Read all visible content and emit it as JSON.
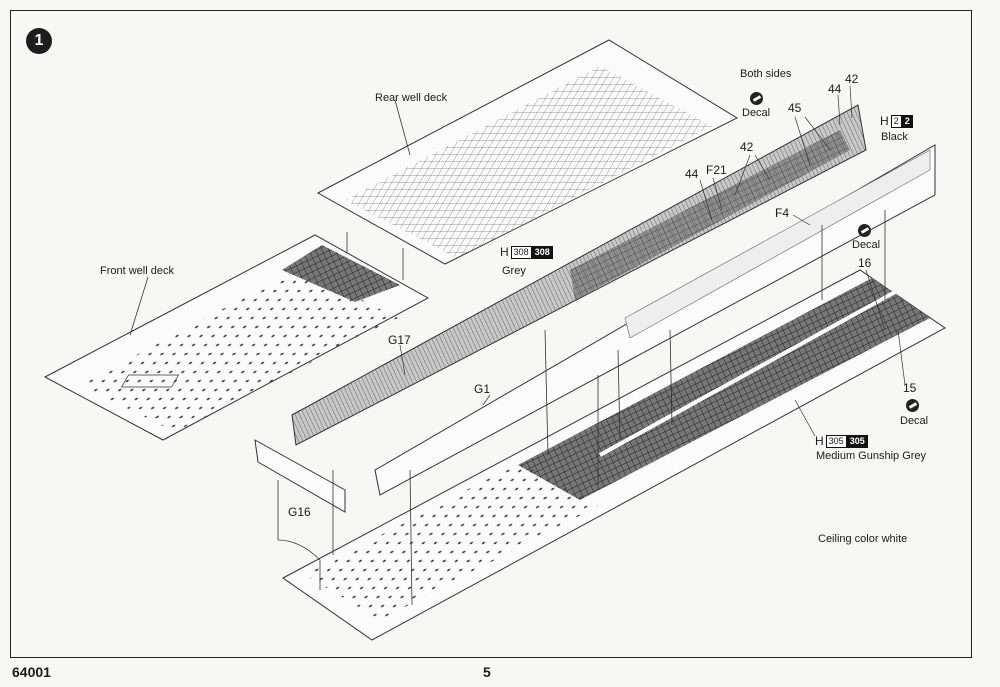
{
  "step": {
    "number": "1"
  },
  "labels": {
    "rear_well_deck": "Rear well deck",
    "front_well_deck": "Front well deck",
    "both_sides": "Both sides",
    "decal_top": "Decal",
    "decal_mid": "Decal",
    "decal_low": "Decal",
    "black": "Black",
    "grey": "Grey",
    "medium_gunship_grey": "Medium Gunship Grey",
    "ceiling": "Ceiling color white"
  },
  "parts": {
    "p42a": "42",
    "p44a": "44",
    "p45": "45",
    "p42b": "42",
    "p44b": "44",
    "f21": "F21",
    "f4": "F4",
    "g17": "G17",
    "g1": "G1",
    "g16": "G16",
    "p16": "16",
    "p15": "15"
  },
  "paint_codes": {
    "black": {
      "letter": "H",
      "code_a": "2",
      "code_b": "2"
    },
    "grey": {
      "letter": "H",
      "code_a": "308",
      "code_b": "308"
    },
    "medium_gunship_grey": {
      "letter": "H",
      "code_a": "305",
      "code_b": "305"
    }
  },
  "footer": {
    "kit_number": "64001",
    "page_number": "5"
  }
}
